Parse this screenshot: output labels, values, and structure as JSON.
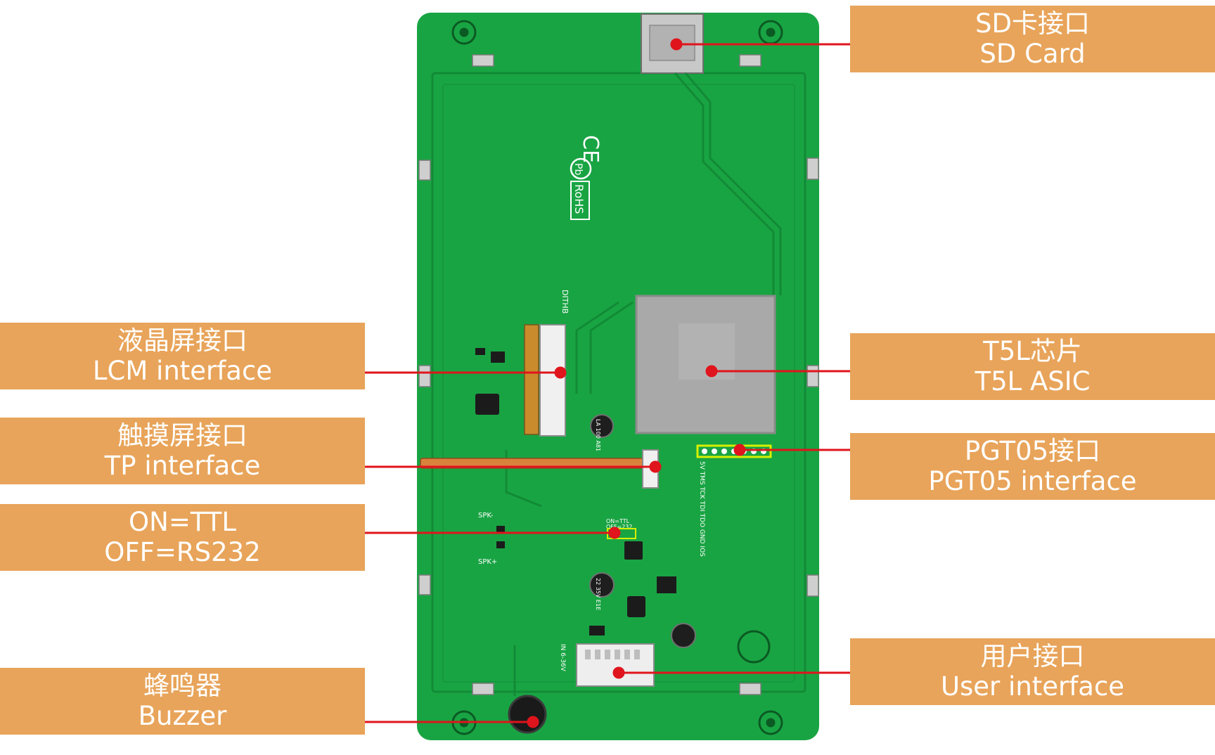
{
  "colors": {
    "pcb": "#19a443",
    "pcb_dark": "#128a36",
    "label_bg": "#e8a45a",
    "leader": "#e0141c",
    "chip": "#a9a9a9",
    "pgt_outline": "#d6f000"
  },
  "labels": {
    "sd_card": {
      "zh": "SD卡接口",
      "en": "SD Card"
    },
    "t5l_asic": {
      "zh": "T5L芯片",
      "en": "T5L ASIC"
    },
    "pgt05": {
      "zh": "PGT05接口",
      "en": "PGT05 interface"
    },
    "user_interface": {
      "zh": "用户接口",
      "en": "User interface"
    },
    "lcm": {
      "zh": "液晶屏接口",
      "en": "LCM interface"
    },
    "tp": {
      "zh": "触摸屏接口",
      "en": "TP interface"
    },
    "ttl_switch": {
      "zh": "ON=TTL",
      "en": "OFF=RS232"
    },
    "buzzer": {
      "zh": "蜂鸣器",
      "en": "Buzzer"
    }
  },
  "board_text": {
    "rohs": "RoHS",
    "ce": "CE",
    "pb": "Pb",
    "dith": "DITHB",
    "spk_minus": "SPK-",
    "spk_plus": "SPK+",
    "on_ttl": "ON=TTL",
    "off_232": "OFF=232",
    "pgt_pins": "5V TMS TCK TDI TDO GND IOS",
    "user_pins": "IN 6-36V",
    "cap_a": "LA 100 A81",
    "cap_b": "22 35V E1E"
  }
}
